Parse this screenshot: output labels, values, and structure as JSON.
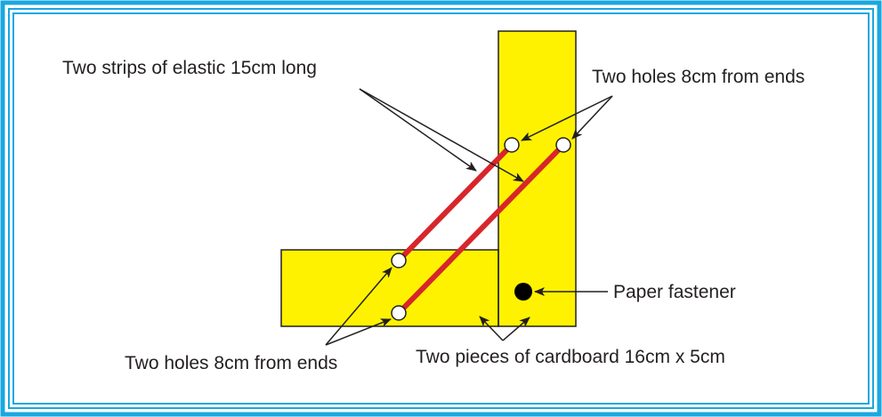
{
  "colors": {
    "frame": "#1aa7e0",
    "cardboard": "#fff200",
    "outline": "#231f20",
    "elastic": "#d7262b",
    "hole": "#ffffff",
    "fastener": "#000000"
  },
  "labels": {
    "elastic": "Two strips of elastic 15cm long",
    "holes_top": "Two holes 8cm from ends",
    "holes_bottom": "Two holes 8cm from ends",
    "fastener": "Paper fastener",
    "cardboard": "Two pieces of cardboard 16cm x 5cm"
  }
}
